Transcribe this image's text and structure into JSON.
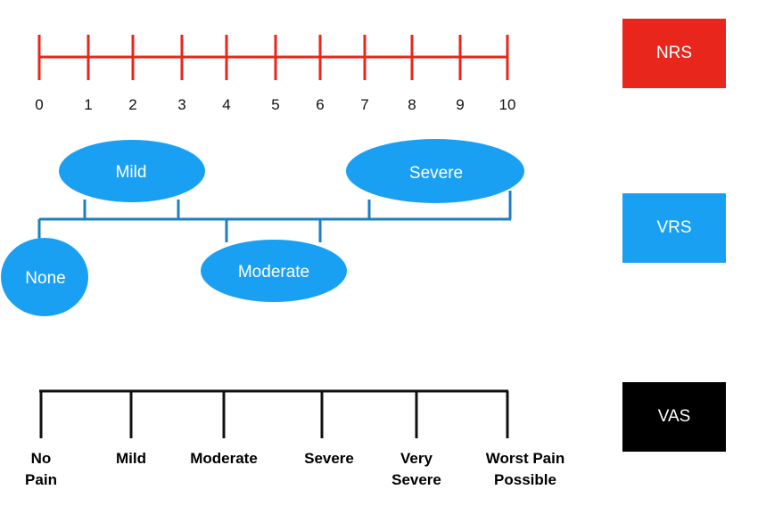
{
  "nrs": {
    "numbers": [
      "0",
      "1",
      "2",
      "3",
      "4",
      "5",
      "6",
      "7",
      "8",
      "9",
      "10"
    ],
    "color": "#e8261b"
  },
  "vrs": {
    "categories": [
      "None",
      "Mild",
      "Moderate",
      "Severe"
    ],
    "color": "#1aa0f2",
    "line_color": "#1d7fc1"
  },
  "vas": {
    "labels": [
      [
        "No",
        "Pain"
      ],
      [
        "Mild"
      ],
      [
        "Moderate"
      ],
      [
        "Severe"
      ],
      [
        "Very",
        "Severe"
      ],
      [
        "Worst Pain",
        "Possible"
      ]
    ],
    "color": "#111111"
  },
  "legend": {
    "nrs_label": "NRS",
    "vrs_label": "VRS",
    "vas_label": "VAS",
    "nrs_color": "#e8261b",
    "vrs_color": "#1aa0f2",
    "vas_color": "#000000"
  }
}
